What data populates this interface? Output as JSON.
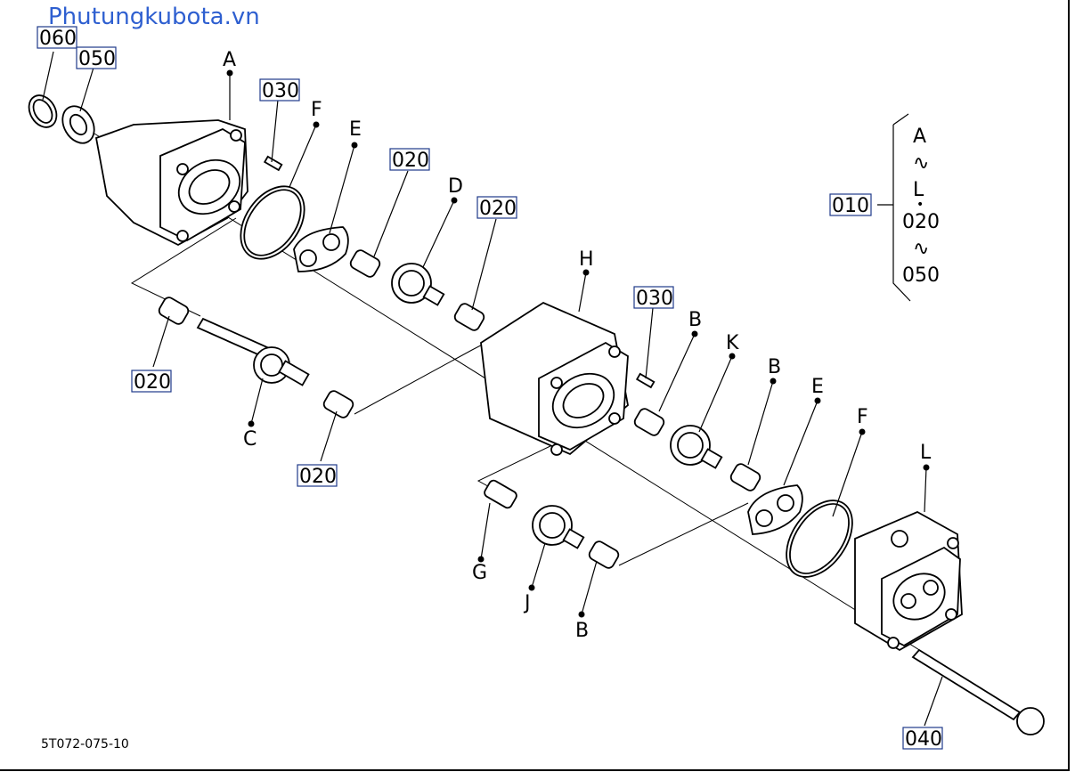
{
  "watermark": "Phutungkubota.vn",
  "drawing_code": "5T072-075-10",
  "part_numbers": [
    {
      "id": "p060a",
      "text": "060"
    },
    {
      "id": "p050a",
      "text": "050"
    },
    {
      "id": "p030a",
      "text": "030"
    },
    {
      "id": "p020a",
      "text": "020"
    },
    {
      "id": "p020b",
      "text": "020"
    },
    {
      "id": "p020c",
      "text": "020"
    },
    {
      "id": "p020d",
      "text": "020"
    },
    {
      "id": "p030b",
      "text": "030"
    },
    {
      "id": "p010",
      "text": "010"
    },
    {
      "id": "p040",
      "text": "040"
    }
  ],
  "letters": [
    "A",
    "F",
    "E",
    "D",
    "H",
    "B",
    "K",
    "B",
    "E",
    "F",
    "L",
    "C",
    "G",
    "J",
    "B"
  ],
  "legend": {
    "start": "A",
    "tilde1": "∿",
    "end": "L",
    "dot": "•",
    "start2": "020",
    "tilde2": "∿",
    "end2": "050"
  }
}
